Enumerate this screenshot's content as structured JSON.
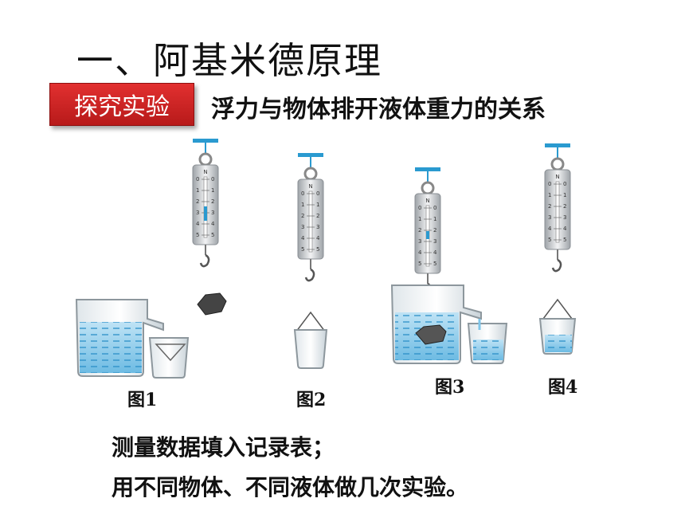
{
  "heading": "一、阿基米德原理",
  "badge_label": "探究实验",
  "subtitle": "浮力与物体排开液体重力的关系",
  "figures": [
    {
      "label": "图1"
    },
    {
      "label": "图2"
    },
    {
      "label": "图3"
    },
    {
      "label": "图4"
    }
  ],
  "notes": [
    "测量数据填入记录表；",
    "用不同物体、不同液体做几次实验。"
  ],
  "scale": {
    "unit": "N",
    "ticks": [
      "0",
      "1",
      "2",
      "3",
      "4",
      "5"
    ]
  },
  "colors": {
    "water": "#7fc6ea",
    "badge": "#c62323",
    "frame": "#2a9ad0"
  }
}
